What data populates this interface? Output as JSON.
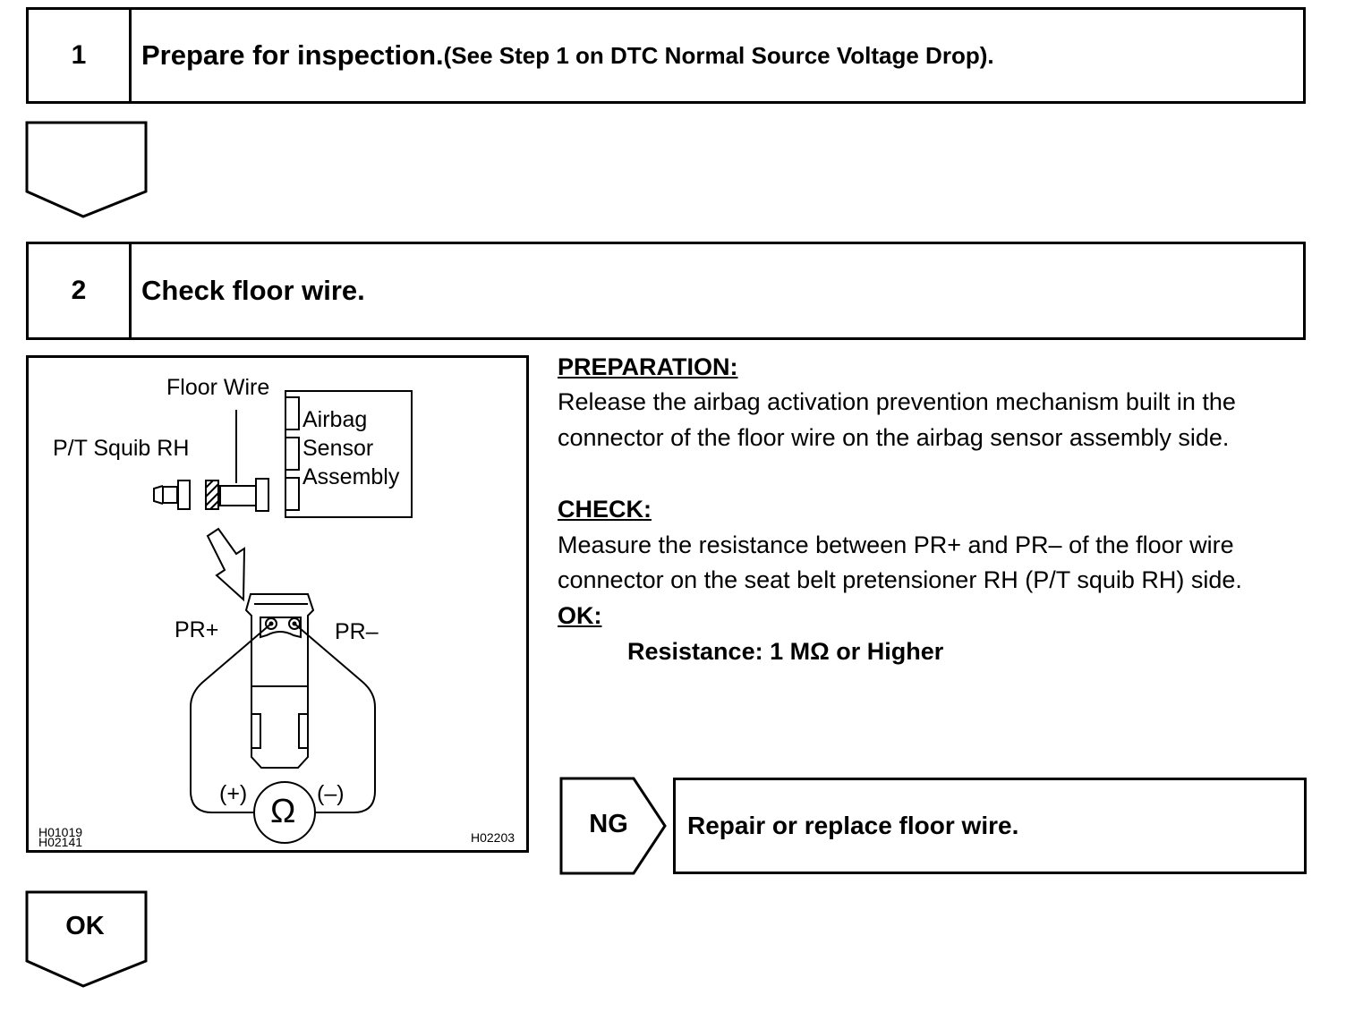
{
  "steps": [
    {
      "number": "1",
      "title": "Prepare for inspection.",
      "note": "(See Step 1 on DTC Normal Source Voltage Drop)."
    },
    {
      "number": "2",
      "title": "Check floor wire.",
      "note": ""
    }
  ],
  "figure": {
    "labels": {
      "floor_wire": "Floor Wire",
      "squib": "P/T Squib RH",
      "sensor_line1": "Airbag",
      "sensor_line2": "Sensor",
      "sensor_line3": "Assembly",
      "pr_plus": "PR+",
      "pr_minus": "PR–",
      "meter_plus": "(+)",
      "meter_minus": "(–)",
      "ohm": "Ω"
    },
    "codes": {
      "left_top": "H01019",
      "left_bottom": "H02141",
      "right": "H02203"
    }
  },
  "procedure": {
    "prep_heading": "PREPARATION:",
    "prep_line1": "Release the airbag activation prevention mechanism built in the",
    "prep_line2": "connector of the floor wire on the airbag sensor assembly side.",
    "check_heading": "CHECK:",
    "check_line1": "Measure the resistance between PR+ and PR– of the floor wire",
    "check_line2": "connector on the seat belt pretensioner RH (P/T squib RH) side.",
    "ok_heading": "OK:",
    "spec": "Resistance: 1 MΩ or Higher"
  },
  "ng": {
    "label": "NG",
    "action": "Repair or replace floor wire."
  },
  "ok_arrow": {
    "label": "OK"
  }
}
